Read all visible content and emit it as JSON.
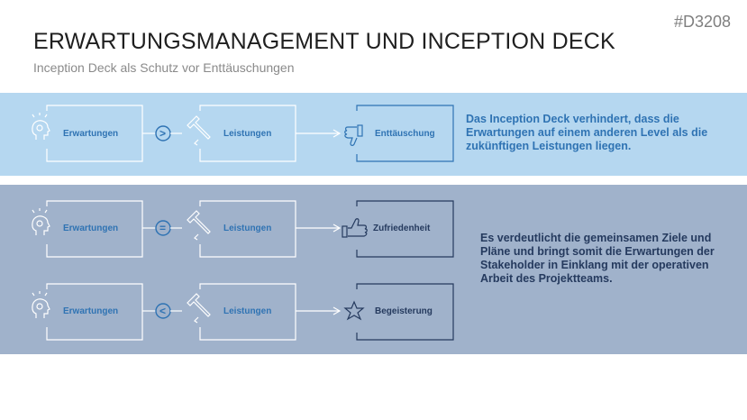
{
  "header": {
    "code": "#D3208",
    "title": "ERWARTUNGSMANAGEMENT UND INCEPTION DECK",
    "subtitle": "Inception Deck als Schutz vor Enttäuschungen"
  },
  "rows": [
    {
      "expectation": "Erwartungen",
      "operator": ">",
      "performance": "Leistungen",
      "result": "Enttäuschung",
      "result_icon": "thumbs-down-icon"
    },
    {
      "expectation": "Erwartungen",
      "operator": "=",
      "performance": "Leistungen",
      "result": "Zufriedenheit",
      "result_icon": "thumbs-up-icon"
    },
    {
      "expectation": "Erwartungen",
      "operator": "<",
      "performance": "Leistungen",
      "result": "Begeisterung",
      "result_icon": "star-icon"
    }
  ],
  "descriptions": {
    "top": "Das Inception Deck verhindert, dass die Erwartungen auf einem anderen Level als die zukünftigen Leistungen liegen.",
    "bottom": "Es verdeutlicht die gemeinsamen Ziele und Pläne und bringt somit die Erwartungen der Stakeholder in Einklang mit der operativen Arbeit des Projektteams."
  },
  "colors": {
    "band_top": "#b5d7f0",
    "band_bottom": "#a0b2cb",
    "accent_blue": "#2f73b3",
    "dark_navy": "#253a5e",
    "line_white": "#ffffff"
  }
}
